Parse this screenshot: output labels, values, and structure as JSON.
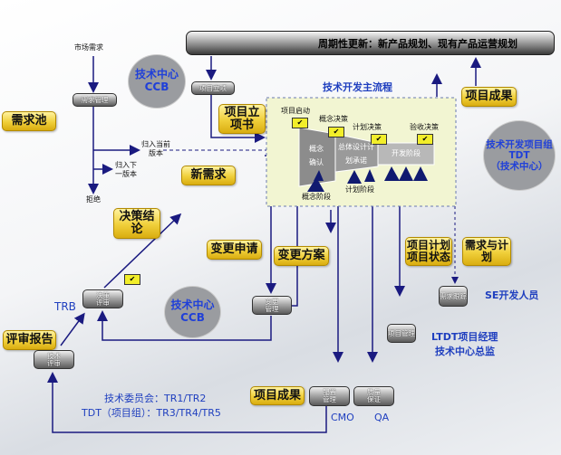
{
  "banner": "周期性更新：新产品规划、现有产品运营规划",
  "market_demand": "市场需求",
  "req_mgmt": "需求管理",
  "to_current": "归入当前版本",
  "to_next": "归入下一版本",
  "reject": "拒绝",
  "ccb_top": {
    "line1": "技术中心",
    "line2": "CCB"
  },
  "project_init": "项目立项",
  "project_charter": "项目立项书",
  "req_pool": "需求池",
  "new_req": "新需求",
  "decision": "决策结论",
  "change_request": "变更申请",
  "change_plan": "变更方案",
  "main_flow": {
    "title": "技术开发主流程",
    "milestones": [
      "项目启动",
      "概念决策",
      "计划决策",
      "验收决策"
    ],
    "stage1": "概念确认",
    "stage2": "总体设计计划承诺",
    "stage3": "开发阶段",
    "phase1": "概念阶段",
    "phase2": "计划阶段",
    "check_icon": "checkmark-icon"
  },
  "result_top": "项目成果",
  "tdt": {
    "line1": "技术开发项目组",
    "line2": "TDT",
    "line3": "（技术中心）"
  },
  "plan_status": "项目计划项目状态",
  "req_plan": "需求与计划",
  "req_track": "需求跟踪",
  "se_dev": "SE开发人员",
  "proj_mgmt": "项目管理",
  "ltdt": "LTDT项目经理",
  "director": "技术中心总监",
  "change_mgmt": "变更管理",
  "decision_review": "决策评审",
  "trb": "TRB",
  "ccb_mid": {
    "line1": "技术中心",
    "line2": "CCB"
  },
  "review_report": "评审报告",
  "tech_review": "技术评审",
  "committee1": "技术委员会：TR1/TR2",
  "committee2": "TDT（项目组）：TR3/TR4/TR5",
  "result_bottom": "项目成果",
  "config_mgmt": "配置管理",
  "qa_btn": "质量保证",
  "cmo": "CMO",
  "qa": "QA",
  "colors": {
    "line": "#1a1a80",
    "text_blue": "#1f3fbf",
    "gold": "#f0cf3a"
  }
}
